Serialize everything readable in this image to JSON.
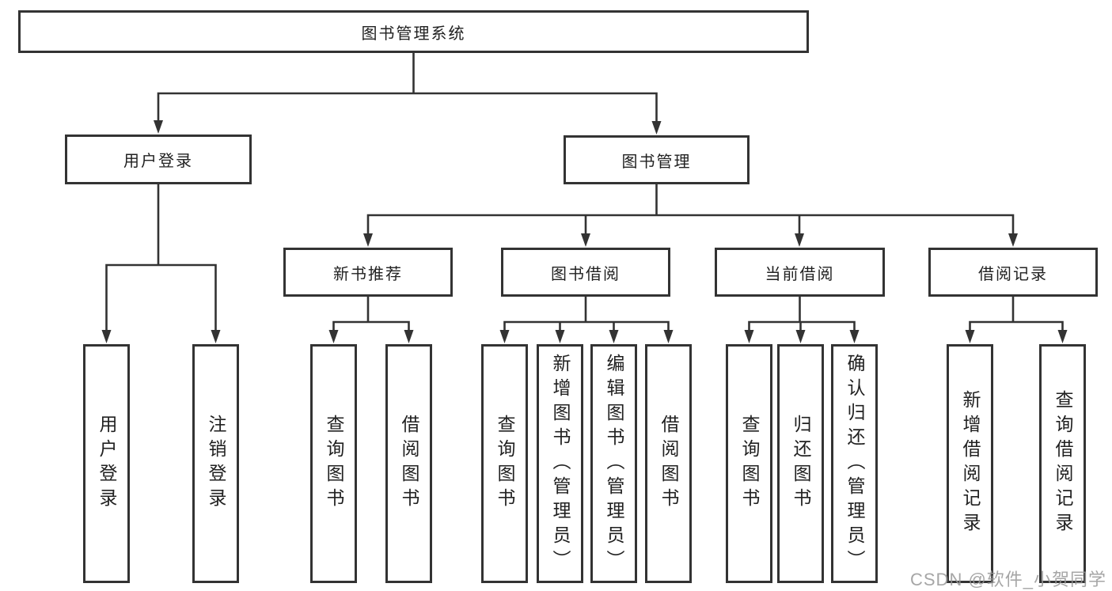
{
  "tree": {
    "root": "图书管理系统",
    "children": [
      {
        "label": "用户登录",
        "children": [
          "用户登录",
          "注销登录"
        ]
      },
      {
        "label": "图书管理",
        "children": [
          {
            "label": "新书推荐",
            "children": [
              "查询图书",
              "借阅图书"
            ]
          },
          {
            "label": "图书借阅",
            "children": [
              "查询图书",
              "新增图书（管理员）",
              "编辑图书（管理员）",
              "借阅图书"
            ]
          },
          {
            "label": "当前借阅",
            "children": [
              "查询图书",
              "归还图书",
              "确认归还（管理员）"
            ]
          },
          {
            "label": "借阅记录",
            "children": [
              "新增借阅记录",
              "查询借阅记录"
            ]
          }
        ]
      }
    ]
  },
  "watermark": {
    "text": "CSDN @软件_小贺同学"
  },
  "colors": {
    "line": "#333333",
    "text": "#212121",
    "background": "#ffffff",
    "watermark": "#969696"
  }
}
